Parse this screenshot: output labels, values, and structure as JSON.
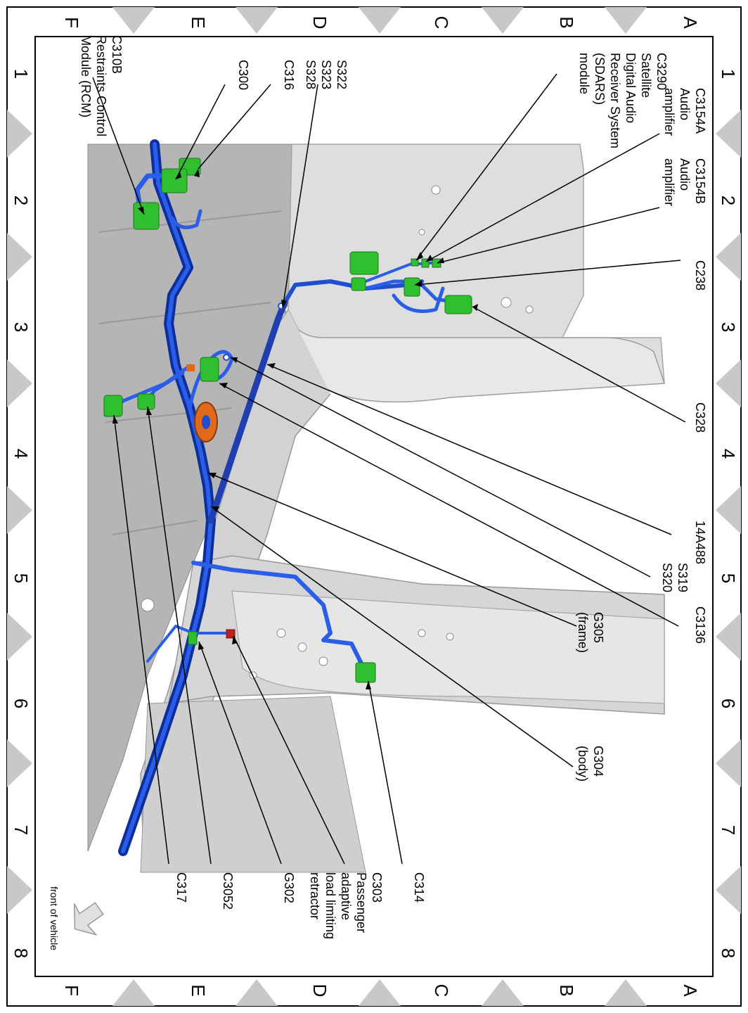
{
  "grid": {
    "rows": [
      "A",
      "B",
      "C",
      "D",
      "E",
      "F"
    ],
    "cols": [
      "1",
      "2",
      "3",
      "4",
      "5",
      "6",
      "7",
      "8"
    ]
  },
  "callouts": [
    {
      "id": "c3290",
      "lines": [
        "C3290",
        "Satellite",
        "Digital Audio",
        "Receiver System",
        "(SDARS)",
        "module"
      ]
    },
    {
      "id": "c3154a",
      "lines": [
        "C3154A",
        "Audio",
        "amplifier"
      ]
    },
    {
      "id": "c3154b",
      "lines": [
        "C3154B",
        "Audio",
        "amplifier"
      ]
    },
    {
      "id": "c238",
      "lines": [
        "C238"
      ]
    },
    {
      "id": "c328",
      "lines": [
        "C328"
      ]
    },
    {
      "id": "w14a488",
      "lines": [
        "14A488"
      ]
    },
    {
      "id": "s319",
      "lines": [
        "S319",
        "S320"
      ]
    },
    {
      "id": "c3136",
      "lines": [
        "C3136"
      ]
    },
    {
      "id": "g305",
      "lines": [
        "G305",
        "(frame)"
      ]
    },
    {
      "id": "g304",
      "lines": [
        "G304",
        "(body)"
      ]
    },
    {
      "id": "s322",
      "lines": [
        "S322",
        "S323",
        "S328"
      ]
    },
    {
      "id": "c316",
      "lines": [
        "C316"
      ]
    },
    {
      "id": "c300",
      "lines": [
        "C300"
      ]
    },
    {
      "id": "c310b",
      "lines": [
        "C310B",
        "Restraints Control",
        "Module (RCM)"
      ]
    },
    {
      "id": "c314",
      "lines": [
        "C314"
      ]
    },
    {
      "id": "c303",
      "lines": [
        "C303",
        "Passenger",
        "adaptive",
        "load limiting",
        "retractor"
      ]
    },
    {
      "id": "g302",
      "lines": [
        "G302"
      ]
    },
    {
      "id": "c3052",
      "lines": [
        "C3052"
      ]
    },
    {
      "id": "c317",
      "lines": [
        "C317"
      ]
    }
  ],
  "front_label": "front of vehicle",
  "colors": {
    "harness": "#1f4fd0",
    "harness_dark": "#0d2f9c",
    "connector": "#2fbf2f",
    "floor": "#b9b9b9",
    "body": "#dcdcdc",
    "ground_terminal": "#e06a1a"
  }
}
